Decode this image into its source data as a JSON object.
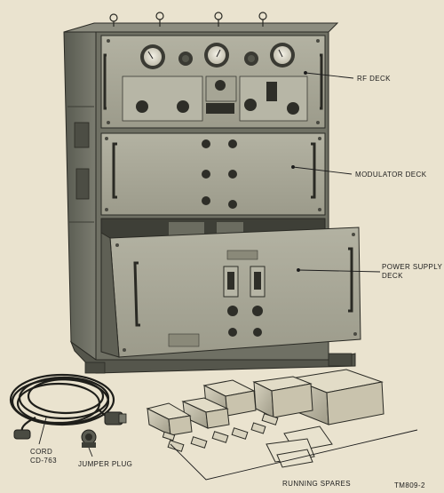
{
  "figure": {
    "callouts": {
      "rf_deck": "RF DECK",
      "modulator_deck": "MODULATOR DECK",
      "power_supply_deck_line1": "POWER SUPPLY",
      "power_supply_deck_line2": "DECK",
      "cord_line1": "CORD",
      "cord_line2": "CD-763",
      "jumper_plug": "JUMPER PLUG",
      "running_spares": "RUNNING SPARES"
    },
    "figure_id": "TM809-2"
  },
  "colors": {
    "paper": "#eae3cf",
    "cabinet_dark": "#6a6a5e",
    "panel": "#a9a897",
    "ink": "#1c1c1c"
  }
}
